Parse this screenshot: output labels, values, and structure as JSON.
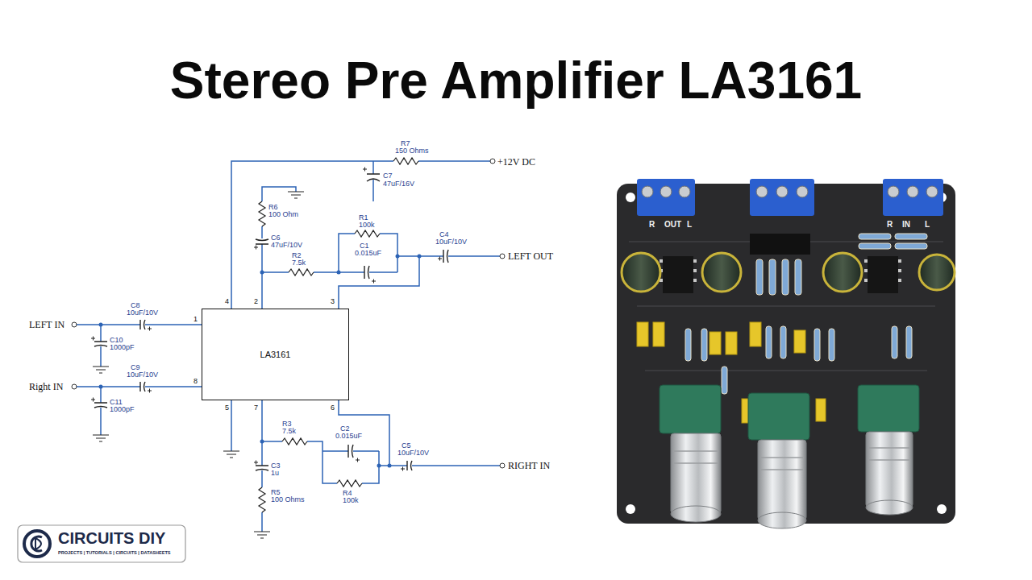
{
  "diagram": {
    "title": "Stereo Pre Amplifier LA3161",
    "nodes": [
      {
        "text": [
          "LA3161"
        ]
      }
    ],
    "labels": [
      "R7",
      "150 Ohms",
      "+12V DC",
      "C7",
      "47uF/16V",
      "R6",
      "100 Ohm",
      "R1",
      "100k",
      "C6",
      "47uF/10V",
      "R2",
      "7.5k",
      "C1",
      "0.015uF",
      "C4",
      "10uF/10V",
      "LEFT OUT",
      "4",
      "2",
      "3",
      "LEFT IN",
      "C8",
      "10uF/10V",
      "1",
      "C10",
      "1000pF",
      "Right IN",
      "C9",
      "10uF/10V",
      "8",
      "C11",
      "1000pF",
      "5",
      "7",
      "6",
      "R3",
      "7.5k",
      "C2",
      "0.015uF",
      "C3",
      "1u",
      "R4",
      "100k",
      "R5",
      "100 Ohms",
      "C5",
      "10uF/10V",
      "RIGHT IN",
      "R",
      "OUT",
      "L",
      "R",
      "IN",
      "L",
      "CIRCUITS DIY",
      "PROJECTS | TUTORIALS | CIRCUITS | DATASHEETS"
    ]
  }
}
